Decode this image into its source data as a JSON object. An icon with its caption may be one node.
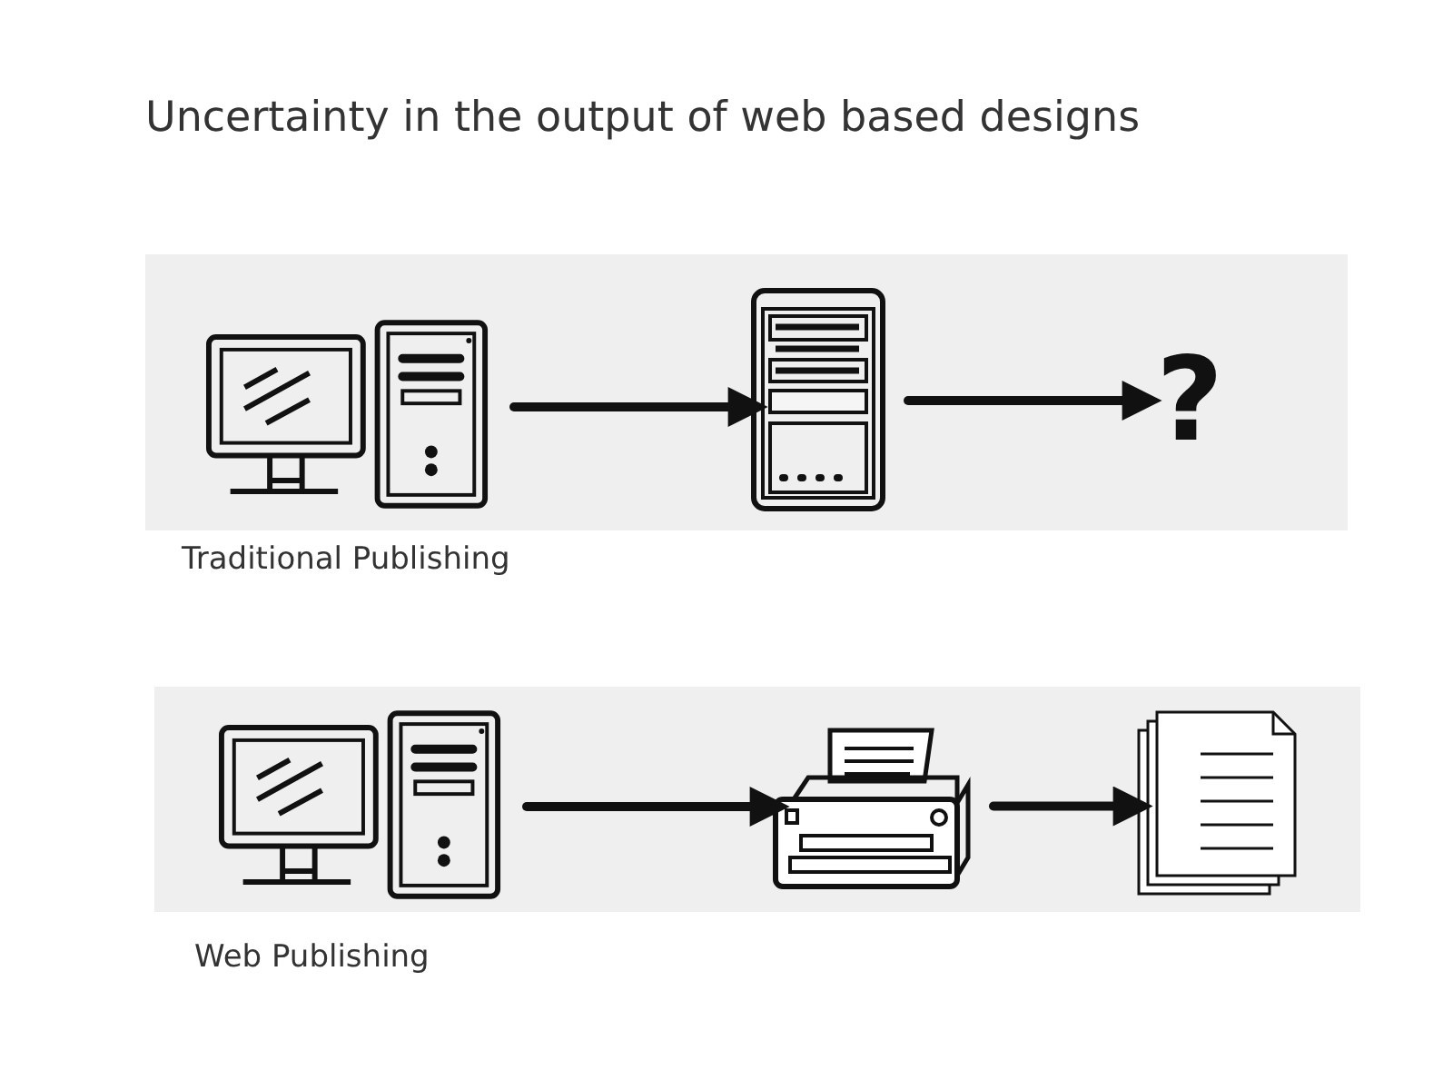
{
  "diagram": {
    "title": "Uncertainty in the output of web based designs",
    "nodes": [
      {
        "text": [
          "Traditional Publishing"
        ]
      },
      {
        "text": [],
        "shape": "picture",
        "in": 0
      },
      {
        "text": [],
        "shape": "picture",
        "in": 0
      },
      {
        "text": [
          "?"
        ],
        "in": 0
      },
      {
        "text": [
          "Web Publishing"
        ]
      },
      {
        "text": [],
        "shape": "picture",
        "in": 4
      },
      {
        "text": [],
        "shape": "picture",
        "in": 4
      },
      {
        "text": [],
        "shape": "picture",
        "in": 4
      }
    ],
    "edges": [
      {
        "from": 1,
        "to": 2,
        "arrow": "to"
      },
      {
        "from": 2,
        "to": 3,
        "arrow": "to"
      },
      {
        "from": 5,
        "to": 6,
        "arrow": "to"
      },
      {
        "from": 6,
        "to": 7,
        "arrow": "to"
      }
    ]
  }
}
